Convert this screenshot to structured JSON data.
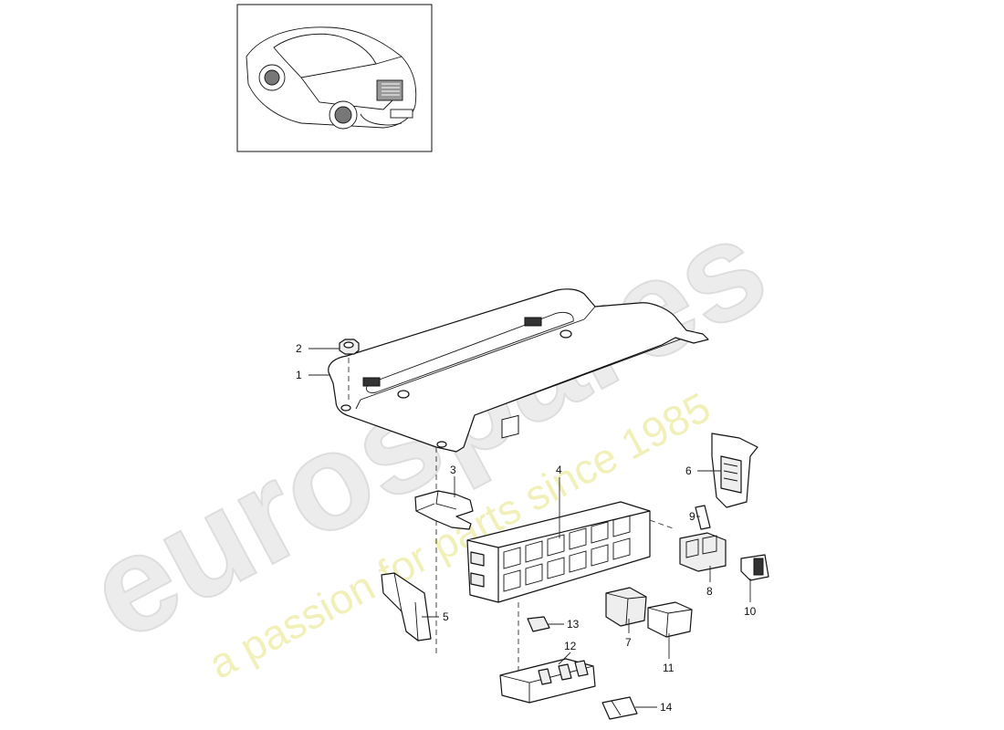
{
  "watermark": {
    "logo": "eurospares",
    "tagline": "a passion for parts since 1985"
  },
  "thumbnail": {
    "icon": "porsche-911-coupe-rear-view-icon"
  },
  "callouts": [
    {
      "label": "1"
    },
    {
      "label": "2"
    },
    {
      "label": "3"
    },
    {
      "label": "4"
    },
    {
      "label": "5"
    },
    {
      "label": "6"
    },
    {
      "label": "7"
    },
    {
      "label": "8"
    },
    {
      "label": "9"
    },
    {
      "label": "10"
    },
    {
      "label": "11"
    },
    {
      "label": "12"
    },
    {
      "label": "13"
    },
    {
      "label": "14"
    }
  ]
}
